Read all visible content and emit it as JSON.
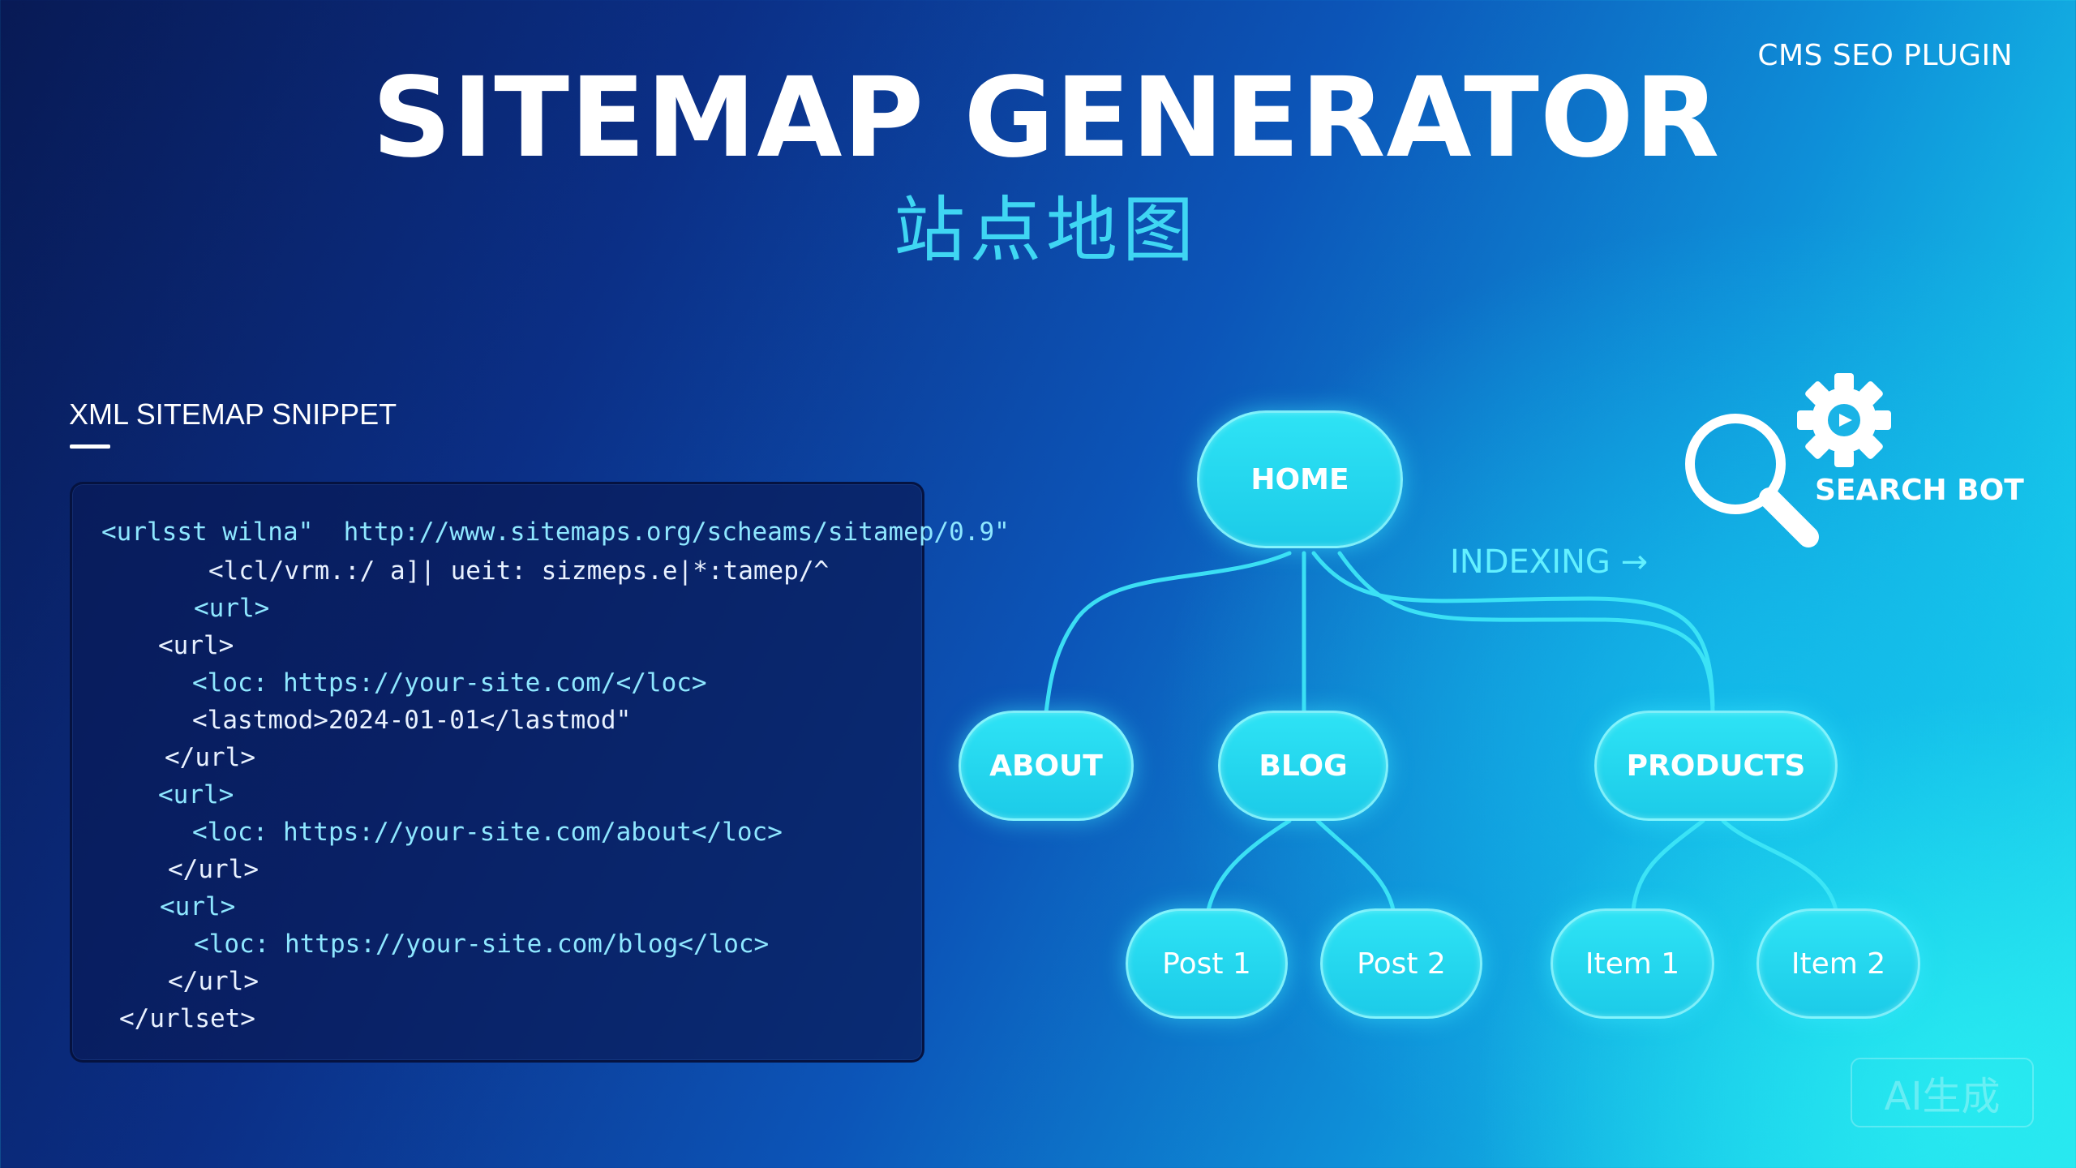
{
  "header": {
    "brand": "CMS SEO PLUGIN",
    "title": "SITEMAP GENERATOR",
    "subtitle_cn": "站点地图"
  },
  "snippet": {
    "label": "XML SITEMAP SNIPPET",
    "lines": [
      "<urlsst wilna\"  http://www.sitemaps.org/scheams/sitamep/0.9\"",
      "<lcl/vrm.:/ a]| ueit: sizmeps.e|*:tamep/^",
      "<url>",
      "<url>",
      "<loc: https://your-site.com/</loc>",
      "<lastmod>2024-01-01</lastmod\"",
      "</url>",
      "<url>",
      "<loc: https://your-site.com/about</loc>",
      "</url>",
      "<url>",
      "<loc: https://your-site.com/blog</loc>",
      "</url>",
      "</urlset>"
    ]
  },
  "tree": {
    "root": "HOME",
    "level1": [
      "ABOUT",
      "BLOG",
      "PRODUCTS"
    ],
    "blog_children": [
      "Post 1",
      "Post 2"
    ],
    "products_children": [
      "Item 1",
      "Item 2"
    ],
    "indexing_label": "INDEXING →"
  },
  "search_bot": {
    "label": "SEARCH BOT",
    "icons": [
      "magnifier-icon",
      "gear-icon"
    ]
  },
  "watermark": "AI生成",
  "colors": {
    "accent_cyan": "#2ee3f5",
    "node_text": "#ffffff",
    "code_background": "#081b58",
    "title_cn": "#3fd6f3"
  }
}
